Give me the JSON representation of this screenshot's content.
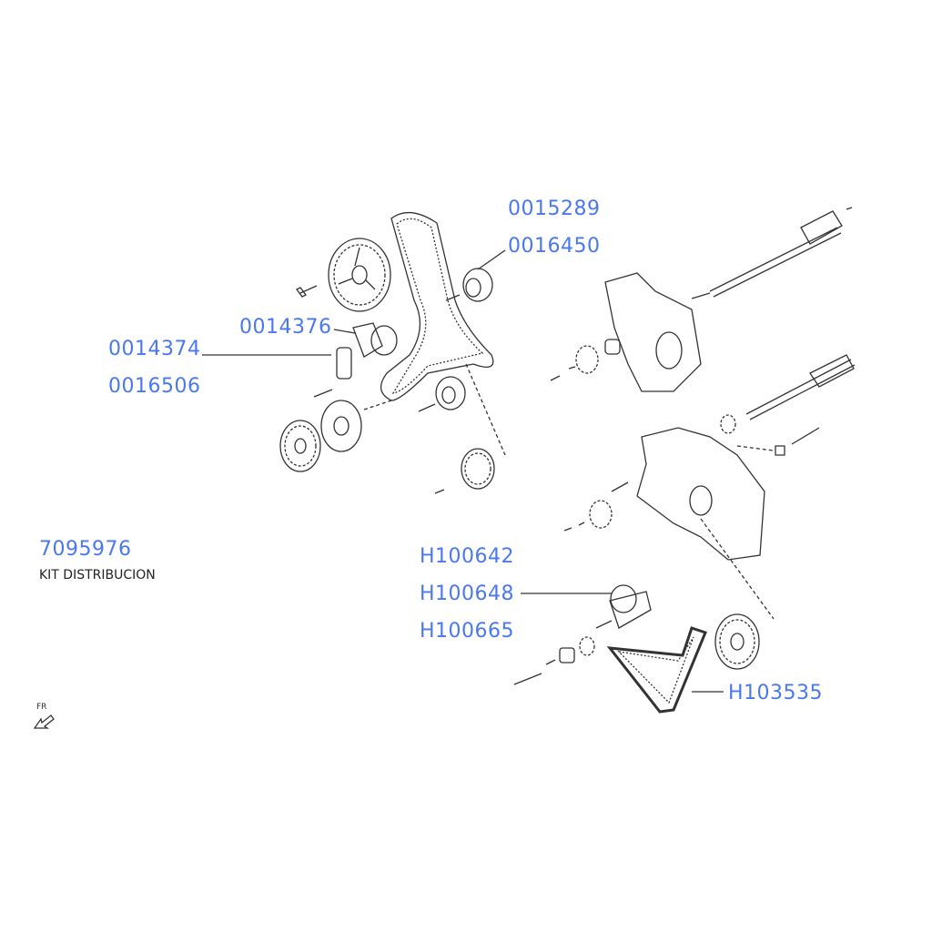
{
  "labels": {
    "p0015289": "0015289",
    "p0016450": "0016450",
    "p0014376": "0014376",
    "p0014374": "0014374",
    "p0016506": "0016506",
    "p7095976": "7095976",
    "kit_title": "KIT DISTRIBUCION",
    "pH100642": "H100642",
    "pH100648": "H100648",
    "pH100665": "H100665",
    "pH103535": "H103535",
    "fr": "FR"
  },
  "colors": {
    "part_number": "#4a78ee",
    "line": "#333333"
  }
}
